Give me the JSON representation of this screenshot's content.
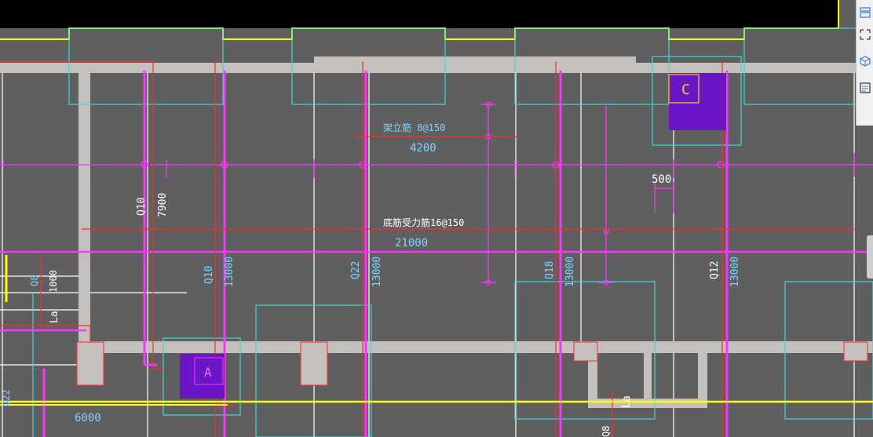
{
  "viewport": {
    "background": "#5f5f5f"
  },
  "colors": {
    "wall": "#c4c0bd",
    "cyan": "#40d8d8",
    "magenta": "#ff33ff",
    "red": "#ff2a2a",
    "yellow": "#ffff00",
    "white": "#ffffff",
    "purple": "#6a16c6",
    "dim": "#7fd4ff"
  },
  "annotations": {
    "top_rebar": "架立筋 8@150",
    "top_span": "4200",
    "bottom_rebar": "底筋受力筋16@150",
    "bottom_span": "21000",
    "dim_500": "500",
    "q10_a": "Q10",
    "len_7900": "7900",
    "q10_b": "Q10",
    "len_13000_a": "13000",
    "q22_a": "Q22",
    "len_13000_b": "13000",
    "q18": "Q18",
    "len_13000_c": "13000",
    "q12": "Q12",
    "len_13000_d": "13000",
    "q8_left": "Q8",
    "len_1000": "1000",
    "la_left": "La",
    "q22_b": "Q22",
    "len_6000": "6000",
    "la_right": "La",
    "q8_bottom": "Q8"
  },
  "columns": {
    "a_label": "A",
    "c_label": "C"
  },
  "toolbar": {
    "items": [
      "layer-icon",
      "select-icon",
      "view-cube-icon",
      "properties-icon"
    ]
  }
}
